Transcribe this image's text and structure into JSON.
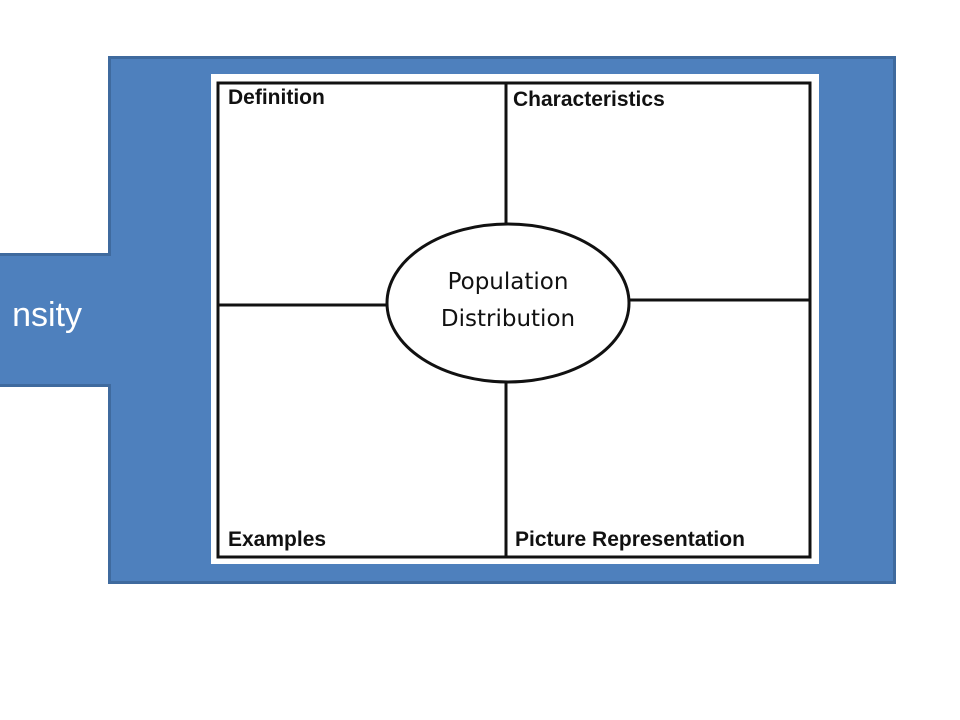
{
  "side_tab": {
    "text": "nsity"
  },
  "frayer_model": {
    "center": {
      "line1": "Population",
      "line2": "Distribution"
    },
    "quadrants": {
      "top_left": "Definition",
      "top_right": "Characteristics",
      "bottom_left": "Examples",
      "bottom_right": "Picture Representation"
    }
  },
  "colors": {
    "panel_blue": "#4e80bd",
    "panel_border": "#3f6a9e",
    "line": "#111111"
  }
}
